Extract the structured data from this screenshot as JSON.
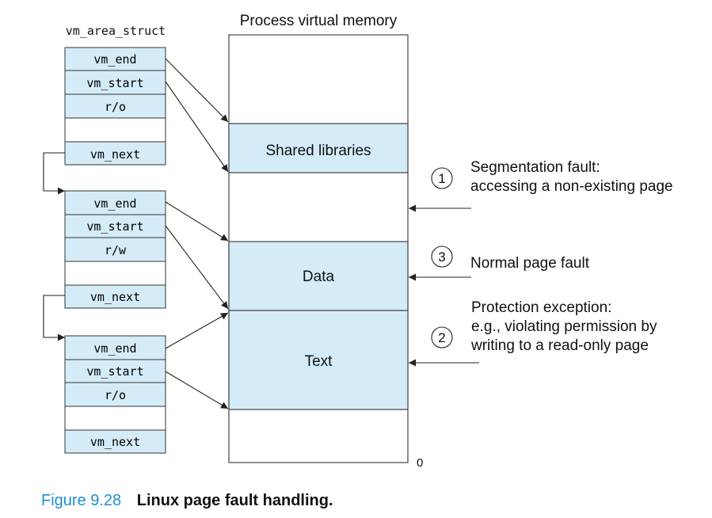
{
  "vm_area_struct_label": "vm_area_struct",
  "memory_title": "Process virtual memory",
  "structs": [
    {
      "fields": [
        "vm_end",
        "vm_start",
        "r/o",
        "",
        "vm_next"
      ]
    },
    {
      "fields": [
        "vm_end",
        "vm_start",
        "r/w",
        "",
        "vm_next"
      ]
    },
    {
      "fields": [
        "vm_end",
        "vm_start",
        "r/o",
        "",
        "vm_next"
      ]
    }
  ],
  "regions": {
    "shared": "Shared libraries",
    "data": "Data",
    "text": "Text"
  },
  "address_zero": "0",
  "faults": [
    {
      "number": "1",
      "lines": [
        "Segmentation fault:",
        "accessing a non-existing page"
      ]
    },
    {
      "number": "3",
      "lines": [
        "Normal page fault"
      ]
    },
    {
      "number": "2",
      "lines": [
        "Protection exception:",
        "e.g., violating permission by",
        "writing to a read-only page"
      ]
    }
  ],
  "caption": {
    "number": "Figure 9.28",
    "title": "Linux page fault handling."
  },
  "colors": {
    "region_fill": "#d4ecf7",
    "caption_number": "#1f8fd1"
  }
}
